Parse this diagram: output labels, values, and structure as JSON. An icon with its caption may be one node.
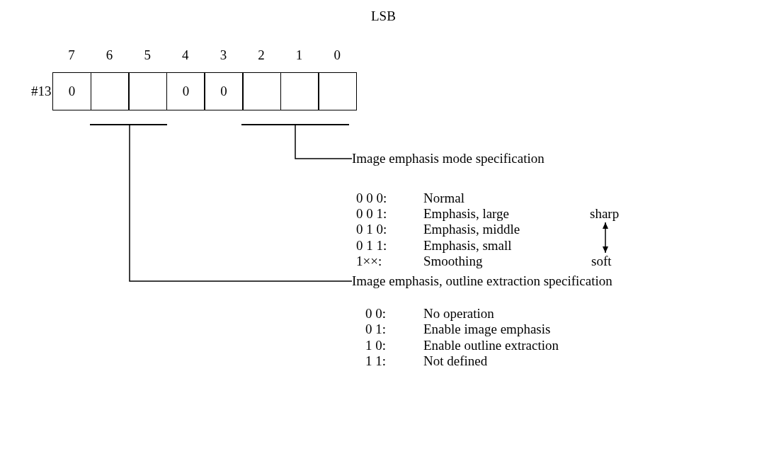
{
  "diagram": {
    "nodes": [
      {
        "text": [
          "0"
        ]
      },
      {
        "text": [],
        "shape": "box"
      },
      {
        "text": [],
        "shape": "box"
      },
      {
        "text": [
          "0"
        ]
      },
      {
        "text": [
          "0"
        ]
      },
      {
        "text": [],
        "shape": "box"
      },
      {
        "text": [],
        "shape": "box"
      },
      {
        "text": [],
        "shape": "box"
      },
      {
        "text": [],
        "shape": "bar"
      },
      {
        "text": [],
        "shape": "bar"
      },
      {
        "text": [
          "Image emphasis mode specification"
        ]
      },
      {
        "text": [
          "Image emphasis, outline extraction specification"
        ]
      }
    ],
    "edges": [
      {
        "from": 10,
        "to": 9,
        "arrow": "none"
      },
      {
        "from": 11,
        "to": 8,
        "arrow": "none"
      }
    ],
    "labels": [
      "LSB",
      "7",
      "6",
      "5",
      "4",
      "3",
      "2",
      "1",
      "0",
      "#13",
      "0 0 0:",
      "Normal",
      "0 0 1:",
      "Emphasis, large",
      "sharp",
      "0 1 0:",
      "Emphasis, middle",
      "0 1 1:",
      "Emphasis, small",
      "1××:",
      "Smoothing",
      "soft",
      "0 0:",
      "No operation",
      "0 1:",
      "Enable image emphasis",
      "1 0:",
      "Enable outline extraction",
      "1 1:",
      "Not defined"
    ]
  }
}
